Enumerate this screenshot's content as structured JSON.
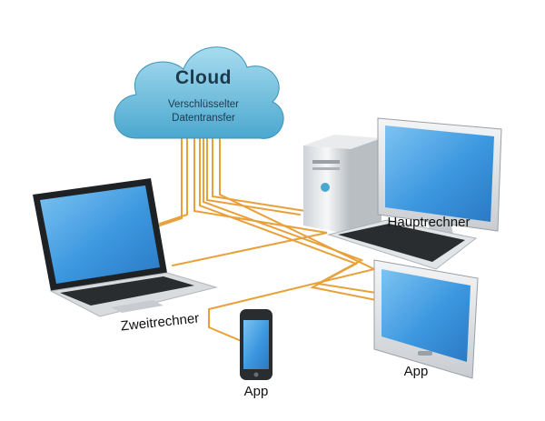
{
  "cloud": {
    "title": "Cloud",
    "subtitle_line1": "Verschlüsselter",
    "subtitle_line2": "Datentransfer"
  },
  "devices": {
    "main_computer": "Hauptrechner",
    "second_computer": "Zweitrechner",
    "phone_app": "App",
    "tablet_app": "App"
  },
  "colors": {
    "cloud_fill": "#5fb8d8",
    "cable": "#e8a13a",
    "screen": "#3f9ee0",
    "device_body": "#e6e8ea"
  }
}
